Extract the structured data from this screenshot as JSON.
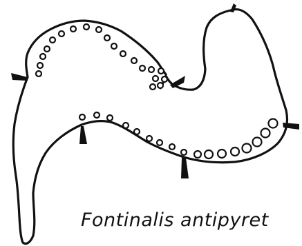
{
  "caption": "Fontinalis antipyret",
  "colors": {
    "ink": "#111111",
    "background": "#ffffff"
  },
  "figure": {
    "subject": "section outline with circular cells along margins",
    "marker_icon": "wedge-tick",
    "cell_icon": "open-circle"
  }
}
